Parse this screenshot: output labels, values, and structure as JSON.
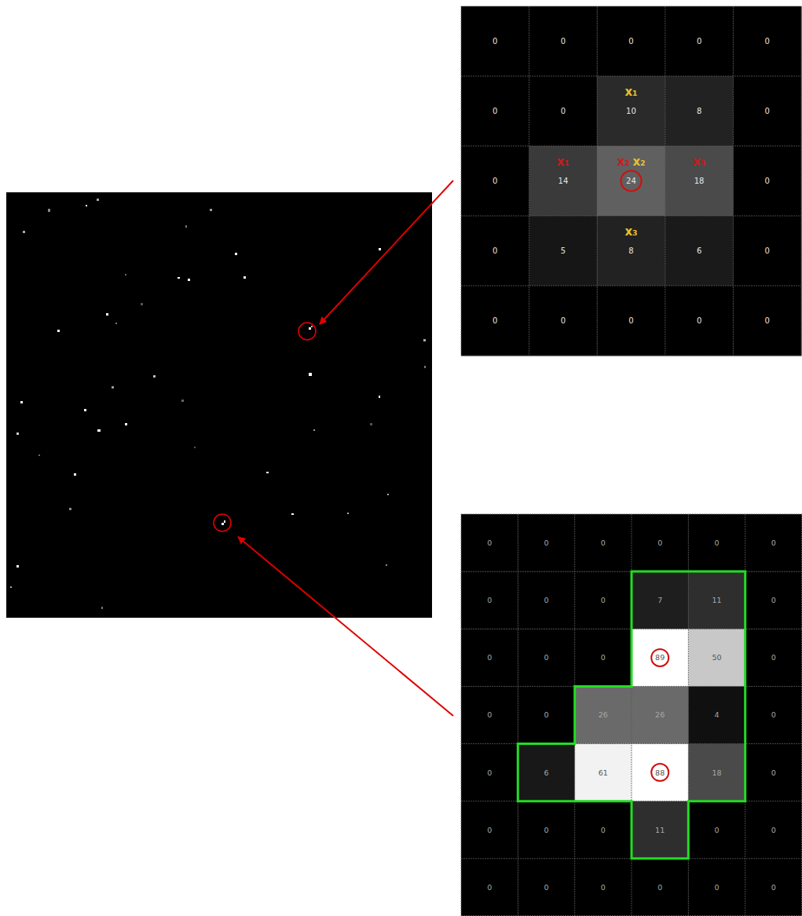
{
  "diagram": {
    "labels": [
      "0",
      "0",
      "0",
      "0",
      "0",
      "x₁",
      "0",
      "0",
      "10",
      "8",
      "0",
      "x₁",
      "x₂",
      "x₂",
      "x₃",
      "0",
      "14",
      "24",
      "18",
      "0",
      "x₃",
      "0",
      "5",
      "8",
      "6",
      "0",
      "0",
      "0",
      "0",
      "0",
      "0",
      "0",
      "0",
      "0",
      "0",
      "0",
      "0",
      "0",
      "0",
      "0",
      "7",
      "11",
      "0",
      "0",
      "0",
      "0",
      "89",
      "50",
      "0",
      "0",
      "0",
      "26",
      "26",
      "4",
      "0",
      "0",
      "6",
      "61",
      "88",
      "18",
      "0",
      "0",
      "0",
      "0",
      "11",
      "0",
      "0",
      "0",
      "0",
      "0",
      "0",
      "0",
      "0"
    ]
  }
}
